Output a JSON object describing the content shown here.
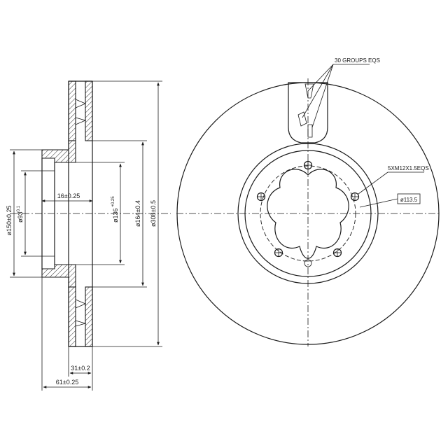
{
  "section_view": {
    "dim_overall_diameter": "ø308±0.5",
    "dim_friction_diameter": "ø164±0.4",
    "dim_hat_diameter": "ø136",
    "dim_hat_diameter_tol": "+0.25",
    "dim_outer_hub": "ø150±0.25",
    "dim_center_bore": "ø93",
    "dim_center_bore_tol": "+0.1",
    "dim_hat_thickness": "16±0.25",
    "dim_disc_thickness": "31±0.2",
    "dim_overall_height": "61±0.25"
  },
  "front_view": {
    "note_groups": "30 GROUPS EQS",
    "note_holes": "5XM12X1.5EQS",
    "dim_pcd": "ø113.5"
  }
}
